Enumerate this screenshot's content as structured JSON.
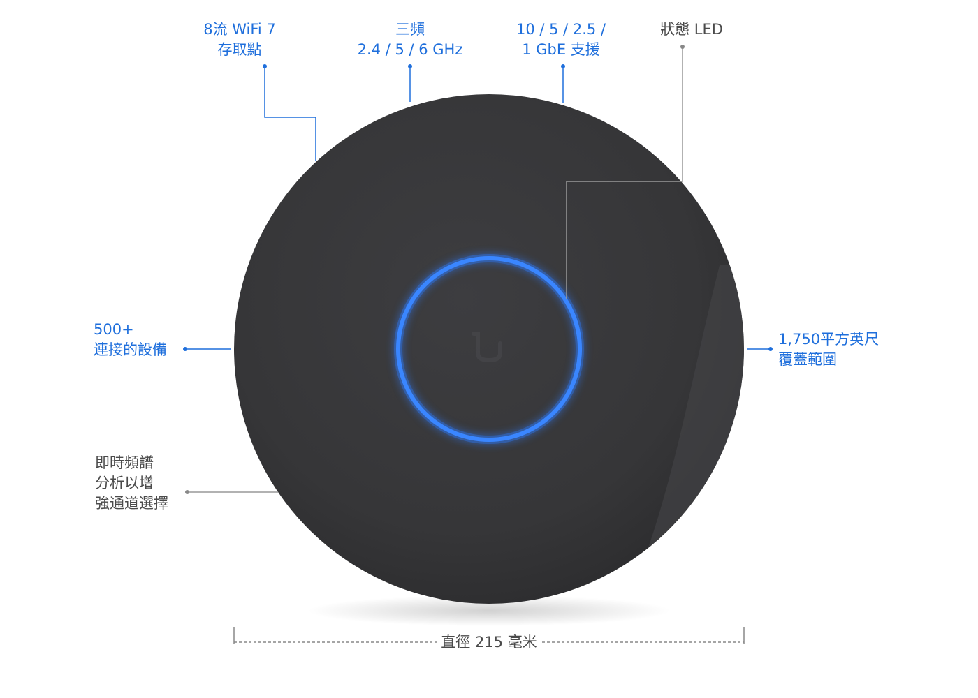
{
  "callouts": {
    "wifi_streams": {
      "lines": [
        "8流 WiFi 7",
        "存取點"
      ],
      "color": "#1f6fdc"
    },
    "tri_band": {
      "lines": [
        "三頻",
        "2.4 / 5 / 6 GHz"
      ],
      "color": "#1f6fdc"
    },
    "ethernet": {
      "lines": [
        "10 / 5 / 2.5 /",
        "1 GbE 支援"
      ],
      "color": "#1f6fdc"
    },
    "status_led": {
      "lines": [
        "狀態 LED"
      ],
      "color": "#4a4a4a"
    },
    "devices": {
      "lines": [
        "500+",
        "連接的設備"
      ],
      "color": "#1f6fdc"
    },
    "coverage": {
      "lines": [
        "1,750平方英尺",
        "覆蓋範圍"
      ],
      "color": "#1f6fdc"
    },
    "spectrum": {
      "lines": [
        "即時頻譜",
        "分析以增",
        "強通道選擇"
      ],
      "color": "#4a4a4a"
    }
  },
  "dimension": {
    "label": "直徑 215 毫米"
  },
  "device": {
    "body_color": "#3a3a3c",
    "led_ring_color": "#2f7bff",
    "logo_icon": "ubiquiti-u-logo-icon"
  }
}
